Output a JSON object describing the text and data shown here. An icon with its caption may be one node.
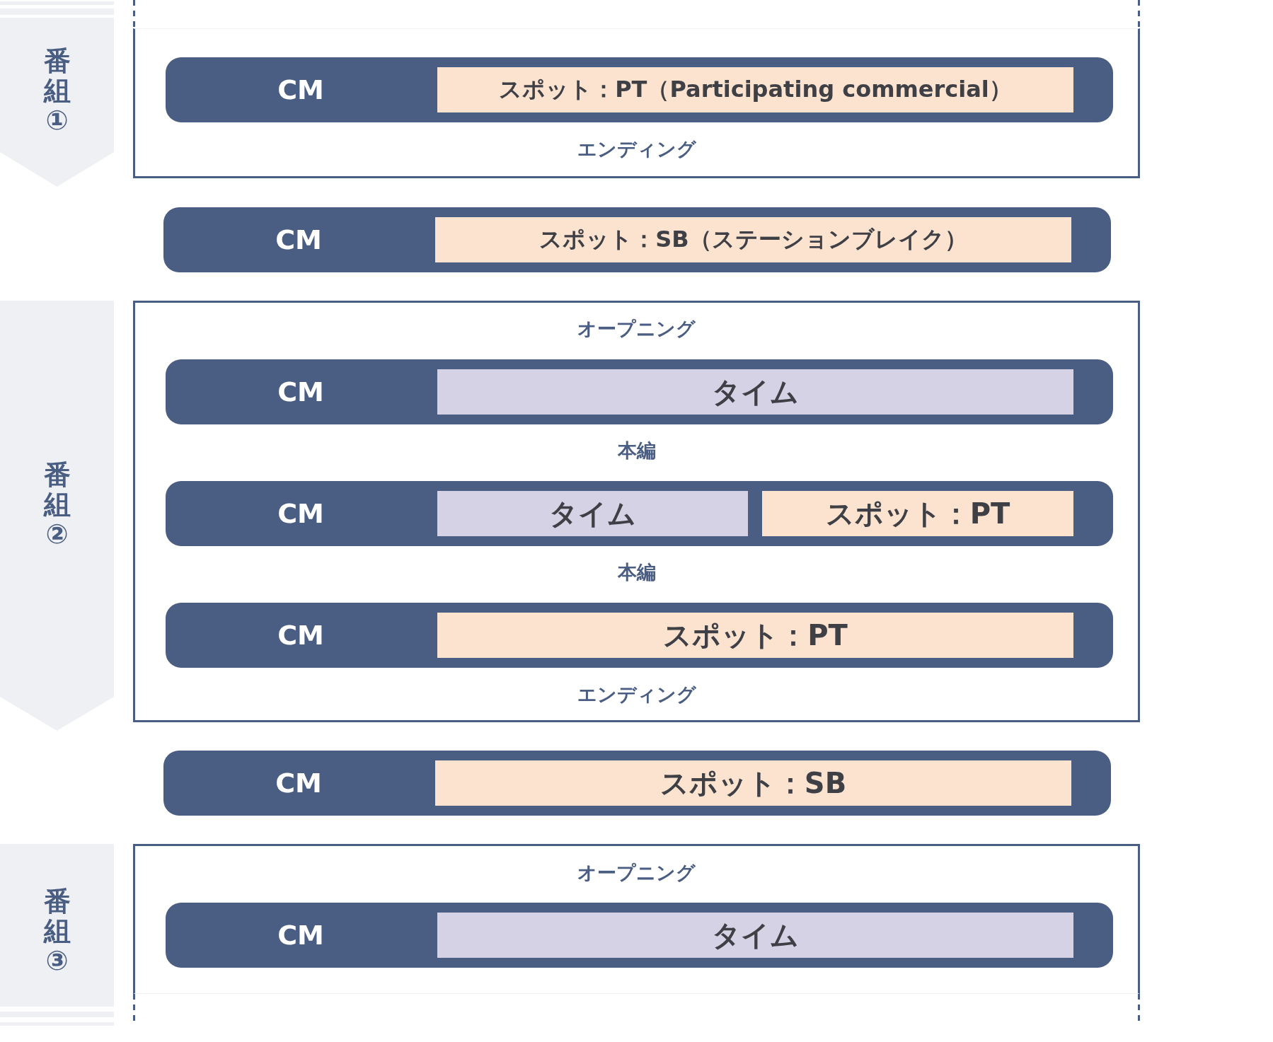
{
  "diagram": {
    "nodes": [
      {
        "text": [
          "番組①"
        ]
      },
      {
        "text": [
          "エンディング"
        ]
      },
      {
        "text": [
          "CM"
        ],
        "in": 1
      },
      {
        "text": [
          "スポット：PT（Participating commercial）"
        ],
        "in": 2
      },
      {
        "text": [
          "CM"
        ]
      },
      {
        "text": [
          "スポット：SB（ステーションブレイク）"
        ],
        "in": 4
      },
      {
        "text": [
          "番組②"
        ]
      },
      {
        "text": [
          "オープニング",
          "本編",
          "本編",
          "エンディング"
        ]
      },
      {
        "text": [
          "CM"
        ],
        "in": 7
      },
      {
        "text": [
          "タイム"
        ],
        "in": 8
      },
      {
        "text": [
          "CM"
        ],
        "in": 7
      },
      {
        "text": [
          "タイム"
        ],
        "in": 10
      },
      {
        "text": [
          "スポット：PT"
        ],
        "in": 10
      },
      {
        "text": [
          "CM"
        ],
        "in": 7
      },
      {
        "text": [
          "スポット：PT"
        ],
        "in": 13
      },
      {
        "text": [
          "CM"
        ]
      },
      {
        "text": [
          "スポット：SB"
        ],
        "in": 15
      },
      {
        "text": [
          "番組③"
        ]
      },
      {
        "text": [
          "オープニング"
        ]
      },
      {
        "text": [
          "CM"
        ],
        "in": 18
      },
      {
        "text": [
          "タイム"
        ],
        "in": 19
      }
    ]
  }
}
